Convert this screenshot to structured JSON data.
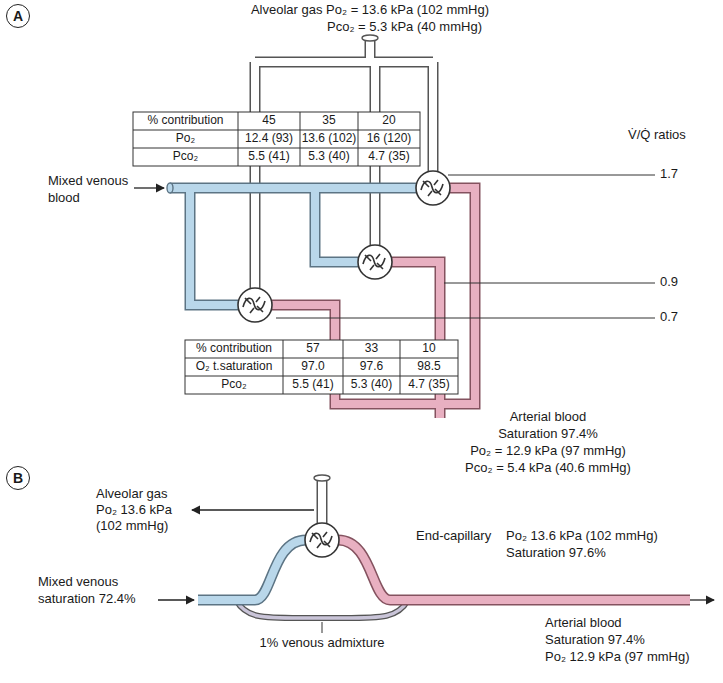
{
  "diagram": {
    "nodes": [
      {
        "text": [
          "A"
        ]
      },
      {
        "text": [
          "B"
        ]
      }
    ],
    "labels": [
      "Alveolar gas Po₂ = 13.6 kPa (102 mmHg)",
      "Pco₂ = 5.3 kPa (40 mmHg)",
      "% contribution",
      "45",
      "35",
      "20",
      "Po₂",
      "12.4 (93)",
      "13.6 (102)",
      "16 (120)",
      "Pco₂",
      "5.5 (41)",
      "5.3 (40)",
      "4.7 (35)",
      "V̇/Q̇ ratios",
      "1.7",
      "Mixed venous",
      "blood",
      "0.9",
      "0.7",
      "% contribution",
      "57",
      "33",
      "10",
      "O₂ t.saturation",
      "97.0",
      "97.6",
      "98.5",
      "Pco₂",
      "5.5 (41)",
      "5.3 (40)",
      "4.7 (35)",
      "Arterial blood",
      "Saturation 97.4%",
      "Po₂ = 12.9 kPa (97 mmHg)",
      "Pco₂ = 5.4 kPa (40.6 mmHg)",
      "Alveolar gas",
      "Po₂ 13.6 kPa",
      "(102 mmHg)",
      "End-capillary",
      "Po₂ 13.6 kPa (102 mmHg)",
      "Saturation 97.6%",
      "Mixed venous",
      "saturation 72.4%",
      "1% venous admixture",
      "Arterial blood",
      "Saturation 97.4%",
      "Po₂ 12.9 kPa (97 mmHg)"
    ]
  }
}
